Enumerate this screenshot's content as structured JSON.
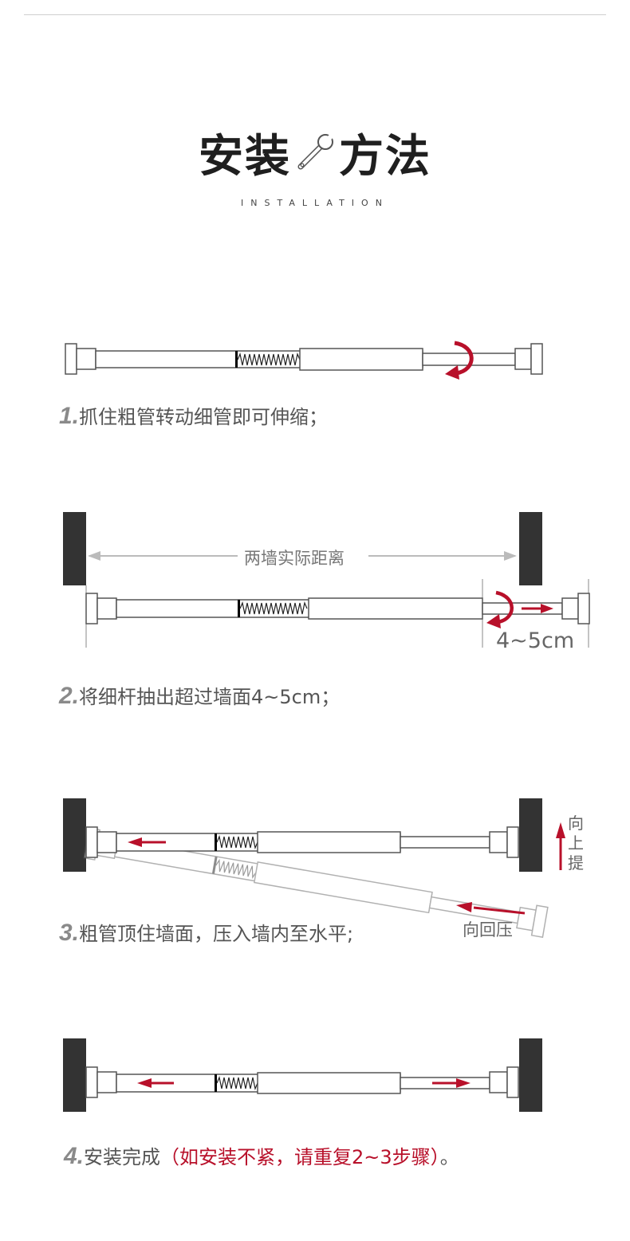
{
  "header": {
    "title_part1": "安装",
    "title_part2": "方法",
    "wrench_icon": "wrench-icon",
    "subtitle": "INSTALLATION"
  },
  "steps": [
    {
      "num": "1.",
      "text": "抓住粗管转动细管即可伸缩；"
    },
    {
      "num": "2.",
      "text": "将细杆抽出超过墙面4~5cm；"
    },
    {
      "num": "3.",
      "text": "粗管顶住墙面，压入墙内至水平;"
    },
    {
      "num": "4.",
      "text": "安装完成",
      "note": "（如安装不紧，请重复2~3步骤）",
      "tail": "。"
    }
  ],
  "labels": {
    "wall_distance": "两墙实际距离",
    "extend": "4~5cm",
    "lift_up": "向上提",
    "push_back": "向回压"
  },
  "colors": {
    "accent_red": "#b8102a",
    "wall": "#333333",
    "rod_stroke": "#555555",
    "dim_gray": "#bbbbbb"
  }
}
